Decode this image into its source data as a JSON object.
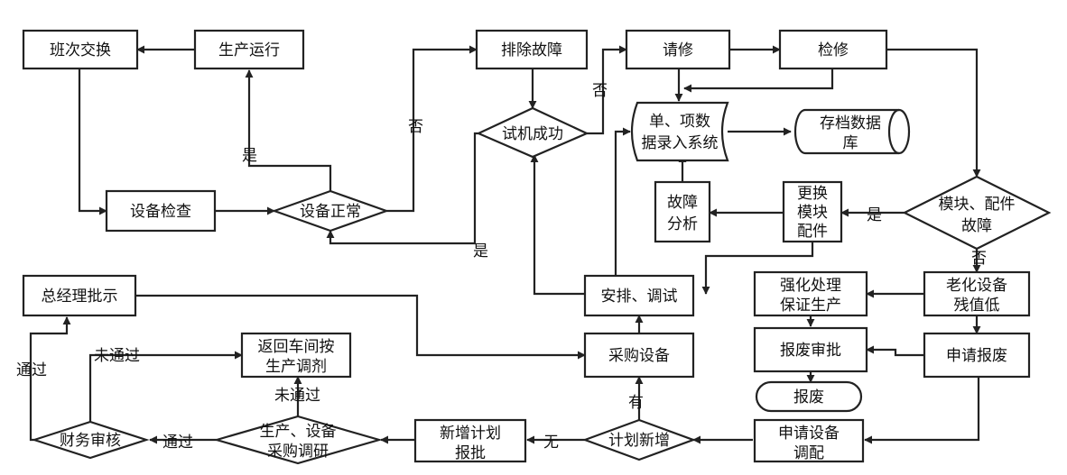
{
  "nodes": {
    "shift_change": "班次交换",
    "production_run": "生产运行",
    "troubleshoot": "排除故障",
    "request_repair": "请修",
    "overhaul": "检修",
    "trial_success": "试机成功",
    "entry_system": [
      "单、项数",
      "据录入系统"
    ],
    "archive_db": [
      "存档数据",
      "库"
    ],
    "equipment_check": "设备检查",
    "equipment_normal": "设备正常",
    "fault_analysis": [
      "故障",
      "分析"
    ],
    "replace_module": [
      "更换",
      "模块",
      "配件"
    ],
    "module_fault": [
      "模块、配件",
      "故障"
    ],
    "gm_approval": "总经理批示",
    "arrange_debug": "安排、调试",
    "strengthen": [
      "强化处理",
      "保证生产"
    ],
    "aging": [
      "老化设备",
      "残值低"
    ],
    "return_workshop": [
      "返回车间按",
      "生产调剂"
    ],
    "purchase": "采购设备",
    "scrap_approval": "报废审批",
    "apply_scrap": "申请报废",
    "scrap": "报废",
    "finance_review": "财务审核",
    "research": [
      "生产、设备",
      "采购调研"
    ],
    "new_plan_approval": [
      "新增计划",
      "报批"
    ],
    "plan_new": "计划新增",
    "apply_allocation": [
      "申请设备",
      "调配"
    ]
  },
  "edge_labels": {
    "no": "否",
    "yes": "是",
    "pass": "通过",
    "fail": "未通过",
    "have": "有",
    "none": "无"
  }
}
